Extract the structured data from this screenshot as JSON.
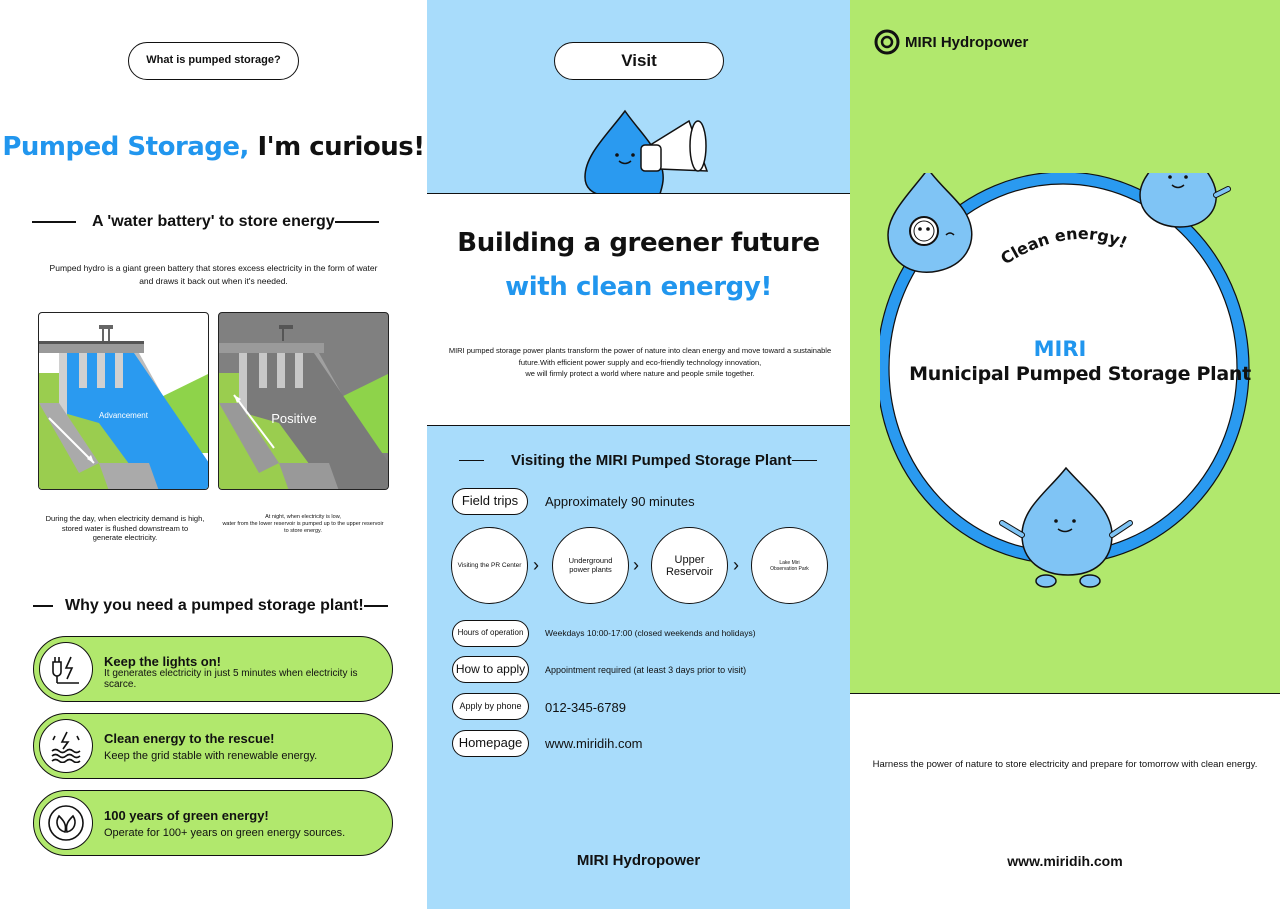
{
  "panel1": {
    "badge": "What is pumped storage?",
    "headline_blue": "Pumped Storage,",
    "headline_black": " I'm curious!",
    "subtitle1": "A 'water battery' to store energy",
    "description_line1": "Pumped hydro is a giant green battery that stores excess electricity in the form of water",
    "description_line2": "and draws it back out when it's needed.",
    "dam1_label": "Advancement",
    "dam2_label": "Positive",
    "caption1_line1": "During the day, when electricity demand is high,",
    "caption1_line2": "stored water is flushed downstream to",
    "caption1_line3": "generate electricity.",
    "caption2_line1": "At night, when electricity is low,",
    "caption2_line2": "water from the lower reservoir is pumped up to the upper reservoir",
    "caption2_line3": "to store energy.",
    "subtitle2": "Why you need a pumped storage plant!",
    "benefits": [
      {
        "title": "Keep the lights on!",
        "desc": "It generates electricity in just 5 minutes when electricity is scarce.",
        "icon": "plug-bolt-icon"
      },
      {
        "title": "Clean energy to the rescue!",
        "desc": "Keep the grid stable with renewable energy.",
        "icon": "water-bolt-icon"
      },
      {
        "title": "100 years of green energy!",
        "desc": "Operate for 100+ years on green energy sources.",
        "icon": "leaf-icon"
      }
    ]
  },
  "panel2": {
    "visit_label": "Visit",
    "headline1": "Building a greener future",
    "headline2": "with clean energy!",
    "body_line1": "MIRI pumped storage power plants transform the power of nature into clean energy and move toward a sustainable",
    "body_line2": "future.With efficient power supply and eco-friendly technology innovation,",
    "body_line3": "we will firmly protect a world where nature and people smile together.",
    "visiting_title": "Visiting the MIRI Pumped Storage Plant",
    "field_trips_label": "Field trips",
    "field_trips_value": "Approximately 90 minutes",
    "steps": [
      "Visiting the PR Center",
      "Underground power plants",
      "Upper Reservoir",
      "Lake Miri Observation Park"
    ],
    "hours_label": "Hours of operation",
    "hours_value": "Weekdays 10:00-17:00 (closed weekends and holidays)",
    "apply_label": "How to apply",
    "apply_value": "Appointment required (at least 3 days prior to visit)",
    "phone_label": "Apply by phone",
    "phone_value": "012-345-6789",
    "homepage_label": "Homepage",
    "homepage_value": "www.miridih.com",
    "brand": "MIRI Hydropower"
  },
  "panel3": {
    "logo_text": "MIRI Hydropower",
    "arc_text": "Clean energy!",
    "miri": "MIRI",
    "plant_name": "Municipal Pumped Storage Plant",
    "tagline": "Harness the power of nature to store electricity and prepare for tomorrow with clean energy.",
    "url": "www.miridih.com"
  },
  "colors": {
    "accent_blue": "#2196ee",
    "light_blue": "#a8dcfb",
    "lime_green": "#b1e86d",
    "droplet_blue": "#7fc4f5"
  }
}
